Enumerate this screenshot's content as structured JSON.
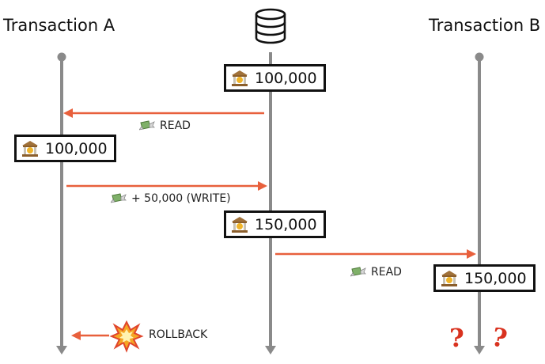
{
  "titles": {
    "a": "Transaction A",
    "b": "Transaction B"
  },
  "icons": {
    "database": "database-icon",
    "bank": "bank-icon",
    "money": "money-wings-icon",
    "explosion": "collision-icon"
  },
  "colors": {
    "arrow": "#e8603c",
    "lifeline": "#8a8a8a",
    "question": "#d9321f"
  },
  "values": {
    "db_initial": "100,000",
    "a_read": "100,000",
    "db_after_write": "150,000",
    "b_read": "150,000"
  },
  "labels": {
    "read_1": "READ",
    "write": "+ 50,000 (WRITE)",
    "read_2": "READ",
    "rollback": "ROLLBACK",
    "question_1": "?",
    "question_2": "?"
  }
}
